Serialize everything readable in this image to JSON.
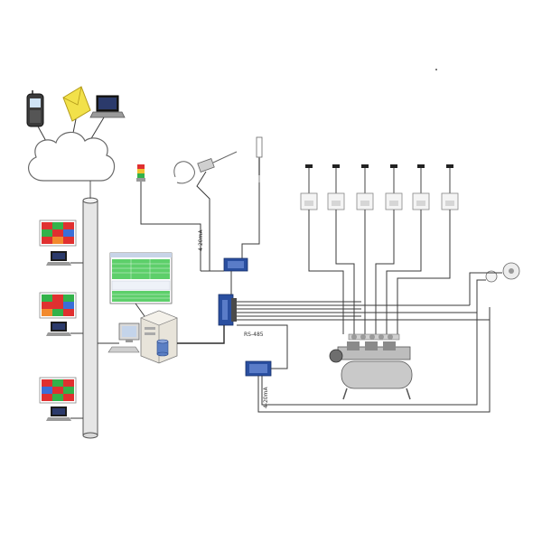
{
  "labels": {
    "bus_rs485": "RS-485",
    "signal_analog": "4-20mA",
    "signal_analog_sensor": "4-20mA"
  },
  "colors": {
    "bus_pipe": "#e6e6e6",
    "heatmap_red": "#e03030",
    "heatmap_green": "#33b24a",
    "heatmap_blue": "#3a6fd8",
    "module_blue": "#2a4fa0",
    "envelope_yellow": "#f2e14a"
  },
  "icons": {
    "phone": "mobile-phone-icon",
    "email": "envelope-icon",
    "laptop": "laptop-icon",
    "cloud": "cloud-icon",
    "server": "server-icon",
    "compressor": "air-compressor-icon",
    "valve": "valve-sensor-icon",
    "signal_tower": "signal-tower-light-icon",
    "gauge": "pressure-gauge-icon"
  }
}
